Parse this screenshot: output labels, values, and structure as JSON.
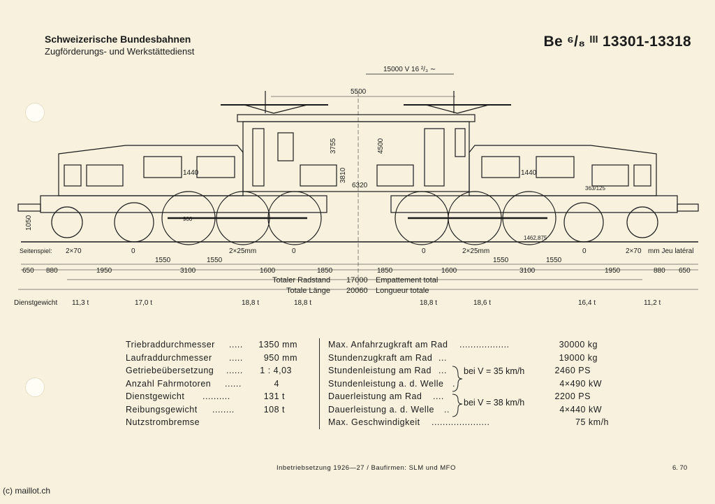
{
  "header": {
    "org": "Schweizerische Bundesbahnen",
    "dept": "Zugförderungs- und Werkstättedienst",
    "class_title": "Be ⁶/₈ ᴵᴵᴵ 13301-13318"
  },
  "drawing": {
    "voltage": "15000 V 16 ²/₃ ∼",
    "dim_5500": "5500",
    "dim_3755": "3755",
    "dim_4500": "4500",
    "dim_3810": "3810",
    "dim_6320": "6320",
    "dim_1440_left": "1440",
    "dim_1440_right": "1440",
    "dim_1050": "1050",
    "dim_360_125": "363/125",
    "dim_1462": "1462,875",
    "dim_900": "900",
    "side_play_label": "Seitenspiel:",
    "side_play_values": [
      "2×70",
      "0",
      "2×25mm",
      "0",
      "0",
      "2×25mm",
      "0",
      "2×70"
    ],
    "side_play_fr": "mm Jeu latéral",
    "row1_values": [
      "1550",
      "1550",
      "1550",
      "1550"
    ],
    "row2_values": [
      "650",
      "880",
      "1950",
      "3100",
      "1600",
      "1850",
      "1850",
      "1600",
      "3100",
      "1950",
      "880",
      "650"
    ],
    "wheelbase_label": "Totaler Radstand",
    "wheelbase_value": "17000",
    "wheelbase_fr": "Empattement total",
    "length_label": "Totale Länge",
    "length_value": "20060",
    "length_fr": "Longueur totale",
    "weights_label": "Dienstgewicht",
    "weights": [
      "11,3 t",
      "17,0 t",
      "18,8 t",
      "18,8 t",
      "18,8 t",
      "18,6 t",
      "16,4 t",
      "11,2 t"
    ]
  },
  "specs_left": [
    {
      "label": "Triebraddurchmesser",
      "dots": ".....",
      "value": "1350 mm"
    },
    {
      "label": "Laufraddurchmesser",
      "dots": ".....",
      "value": "950 mm"
    },
    {
      "label": "Getriebeübersetzung",
      "dots": "......",
      "value": "1 : 4,03"
    },
    {
      "label": "Anzahl Fahrmotoren",
      "dots": "......",
      "value": "4"
    },
    {
      "label": "Dienstgewicht",
      "dots": "..........",
      "value": "131 t"
    },
    {
      "label": "Reibungsgewicht",
      "dots": "........",
      "value": "108 t"
    },
    {
      "label": "Nutzstrombremse",
      "dots": "",
      "value": ""
    }
  ],
  "specs_right": [
    {
      "label": "Max. Anfahrzugkraft am Rad",
      "dots": "..................",
      "value": "30000 kg"
    },
    {
      "label": "Stundenzugkraft am Rad",
      "dots": "...",
      "value": "19000 kg"
    },
    {
      "label": "Stundenleistung am Rad",
      "dots": "...",
      "value": "2460 PS"
    },
    {
      "label": "Stundenleistung a. d. Welle",
      "dots": ".",
      "value": "4×490 kW"
    },
    {
      "label": "Dauerleistung am Rad",
      "dots": "....",
      "value": "2200 PS"
    },
    {
      "label": "Dauerleistung a. d. Welle",
      "dots": "..",
      "value": "4×440 kW"
    },
    {
      "label": "Max. Geschwindigkeit",
      "dots": ".....................",
      "value": "75 km/h"
    }
  ],
  "brace_1": "bei V = 35 km/h",
  "brace_2": "bei V = 38 km/h",
  "footer": "Inbetriebsetzung 1926—27 / Baufirmen: SLM und MFO",
  "date": "6. 70",
  "copyright": "(c) maillot.ch"
}
